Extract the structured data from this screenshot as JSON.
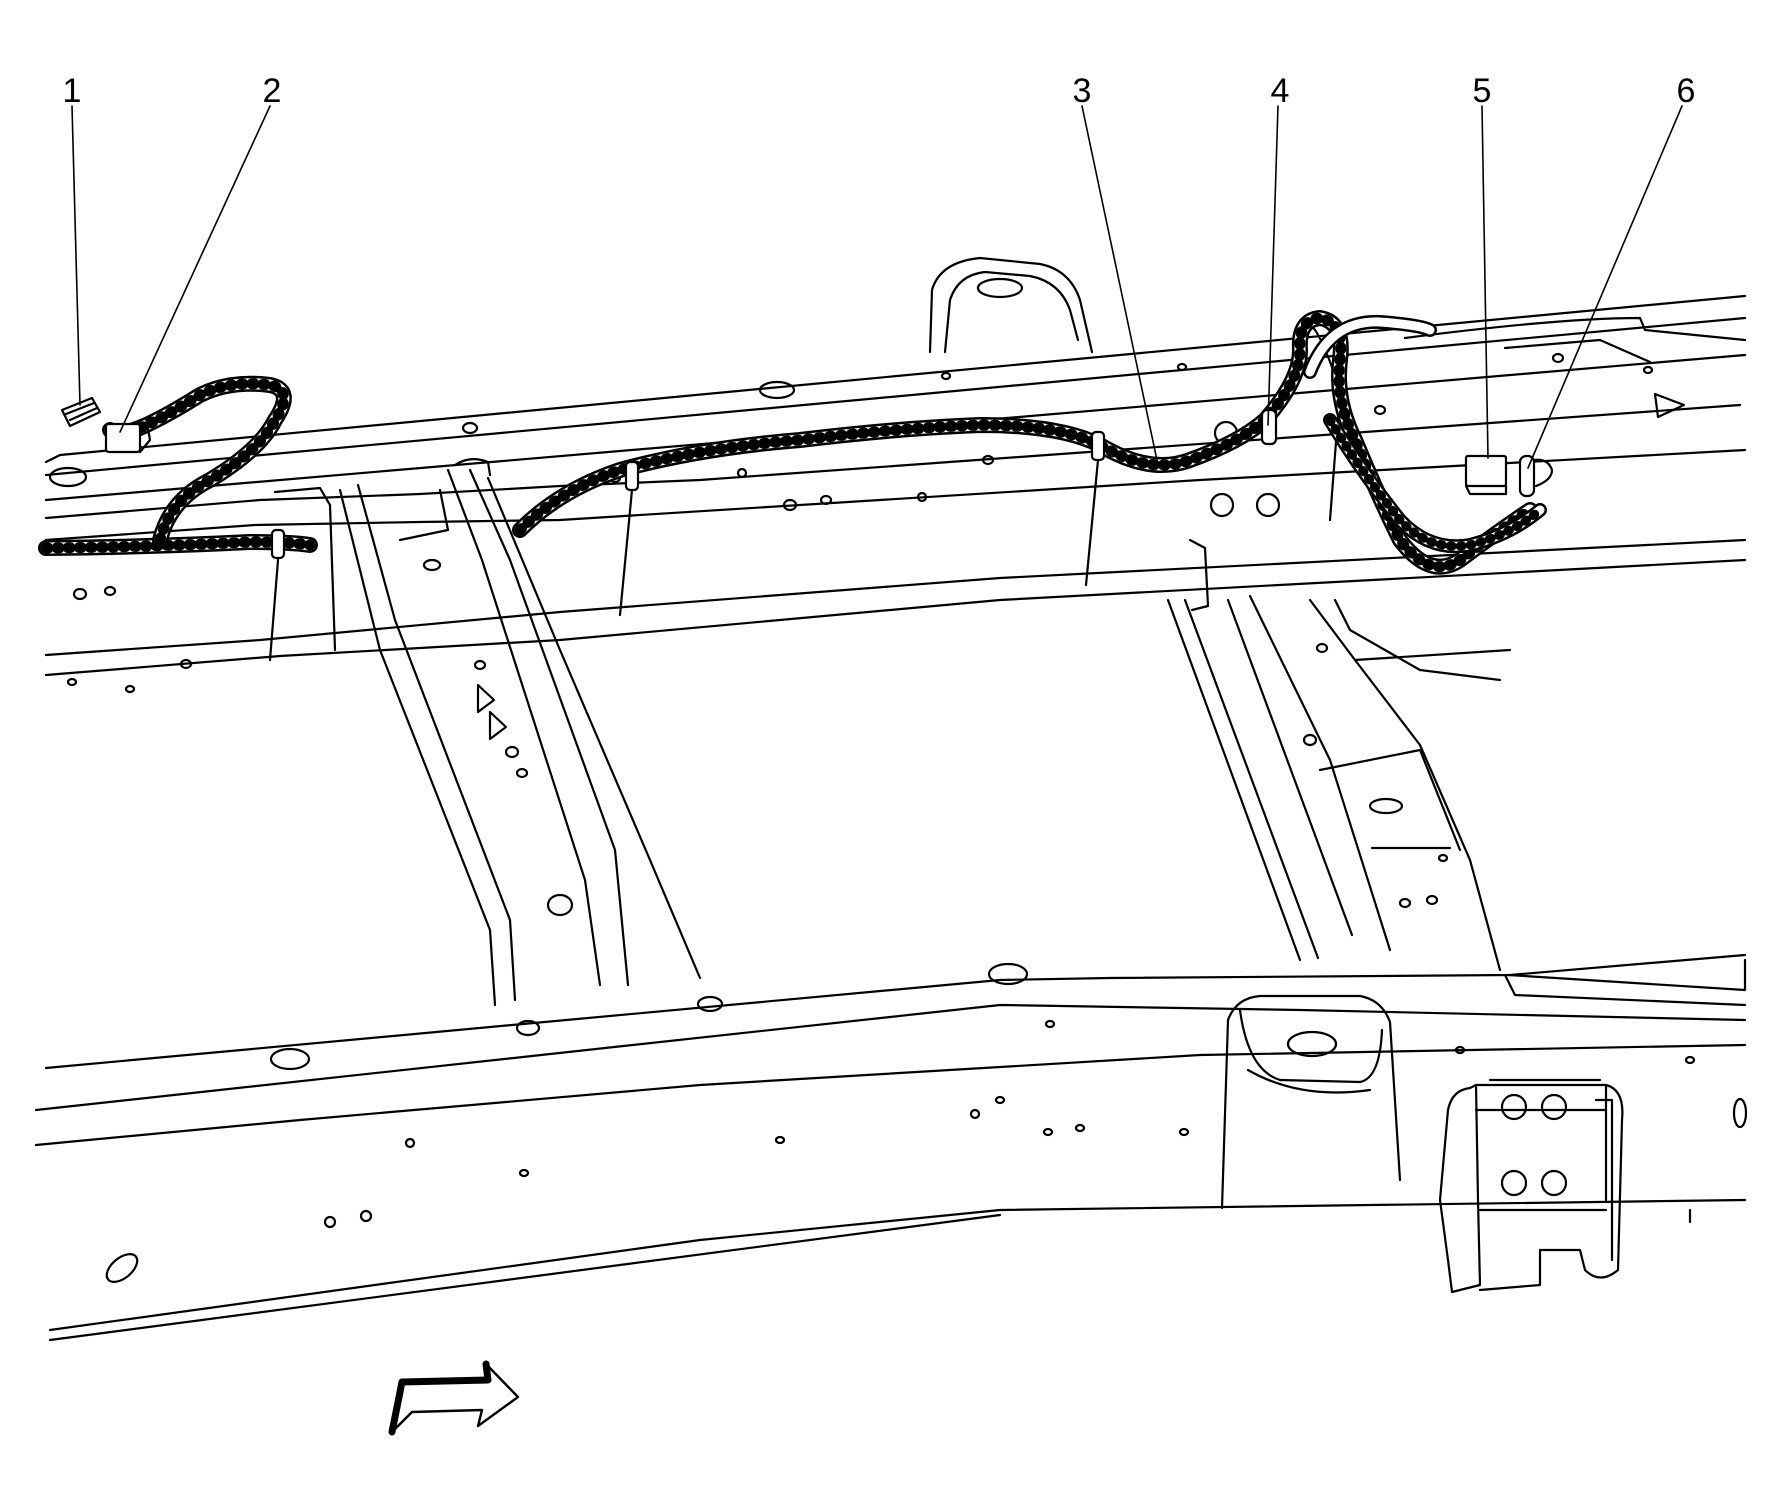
{
  "diagram": {
    "callouts": [
      {
        "id": "callout-1",
        "label": "1"
      },
      {
        "id": "callout-2",
        "label": "2"
      },
      {
        "id": "callout-3",
        "label": "3"
      },
      {
        "id": "callout-4",
        "label": "4"
      },
      {
        "id": "callout-5",
        "label": "5"
      },
      {
        "id": "callout-6",
        "label": "6"
      }
    ],
    "colors": {
      "line": "#000000",
      "background": "#ffffff"
    },
    "icons": {
      "direction_arrow": "forward-arrow-icon"
    }
  }
}
